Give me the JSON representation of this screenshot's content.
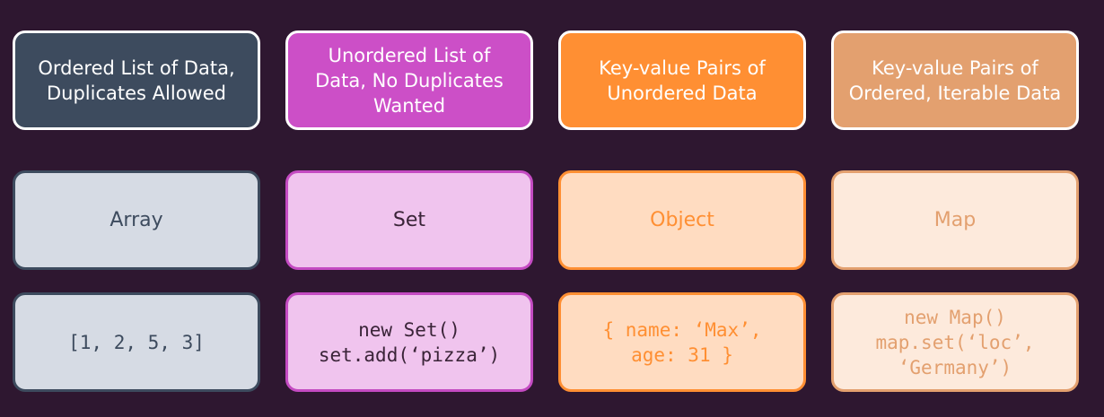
{
  "columns": [
    {
      "description": "Ordered List of Data, Duplicates Allowed",
      "name": "Array",
      "example": "[1, 2, 5, 3]"
    },
    {
      "description": "Unordered List of Data, No Duplicates Wanted",
      "name": "Set",
      "example": "new Set()\nset.add(‘pizza’)"
    },
    {
      "description": "Key-value Pairs of Unordered Data",
      "name": "Object",
      "example": "{ name: ‘Max’,\nage: 31 }"
    },
    {
      "description": "Key-value Pairs of Ordered, Iterable Data",
      "name": "Map",
      "example": "new Map()\nmap.set(‘loc’,\n‘Germany’)"
    }
  ],
  "colors": {
    "background": "#2e1730",
    "array": "#3d4b5e",
    "set": "#cc4fc7",
    "object": "#ff8f33",
    "map": "#e3a06f"
  }
}
